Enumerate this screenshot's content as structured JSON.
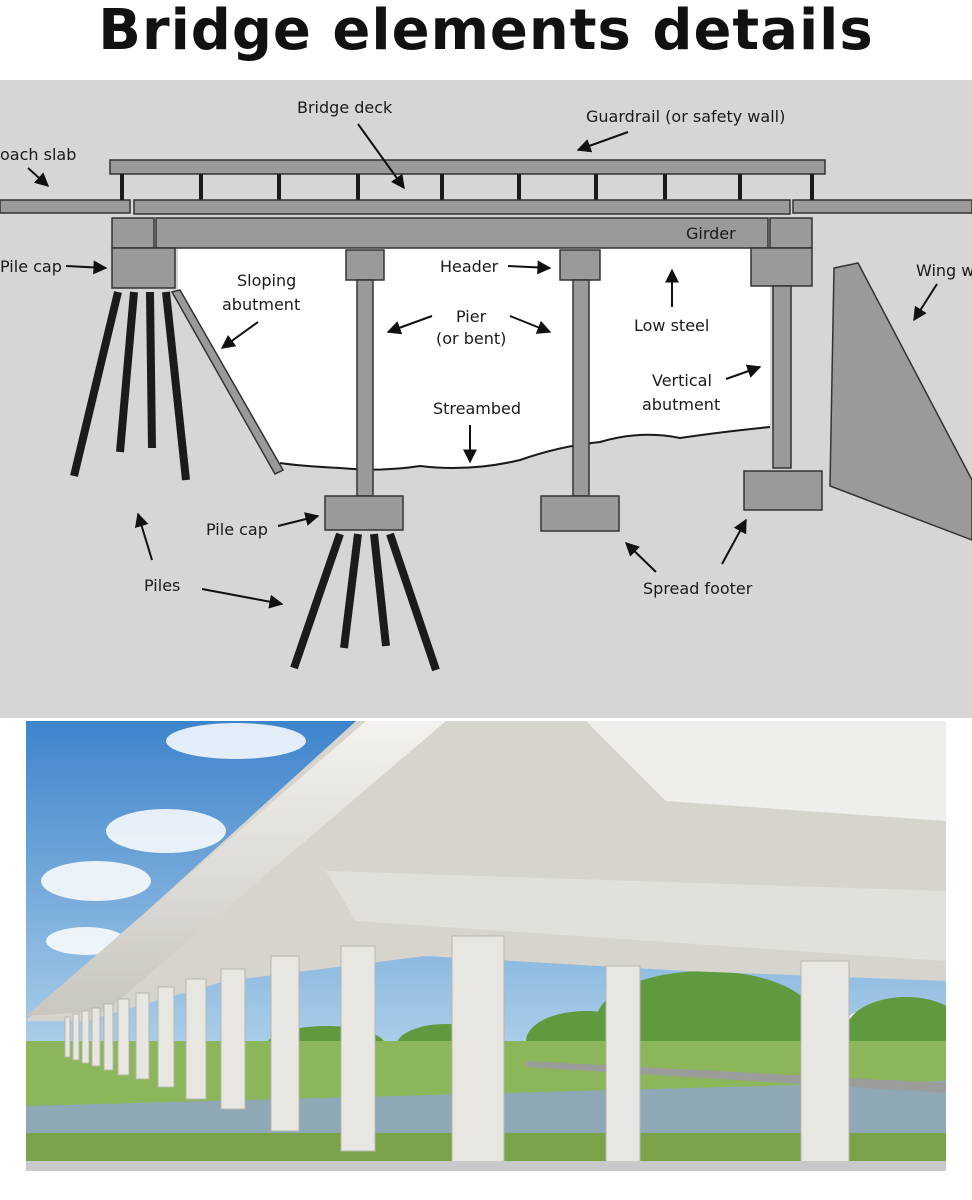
{
  "title": "Bridge elements details",
  "labels": {
    "bridge_deck": "Bridge deck",
    "guardrail": "Guardrail (or safety wall)",
    "approach_slab": "oach slab",
    "girder": "Girder",
    "pile_cap_left": "Pile cap",
    "sloping_abutment_1": "Sloping",
    "sloping_abutment_2": "abutment",
    "header": "Header",
    "pier_1": "Pier",
    "pier_2": "(or bent)",
    "low_steel": "Low steel",
    "wing_wall": "Wing w",
    "vertical_abutment_1": "Vertical",
    "vertical_abutment_2": "abutment",
    "streambed": "Streambed",
    "pile_cap_center": "Pile cap",
    "piles": "Piles",
    "spread_footer": "Spread footer"
  },
  "colors": {
    "background": "#d6d6d6",
    "structure": "#9a9a9a",
    "piles": "#1b1b1b",
    "water_area": "#ffffff",
    "sky": "#4d8fd0",
    "concrete": "#eceae6",
    "vegetation": "#5f9a3e"
  }
}
